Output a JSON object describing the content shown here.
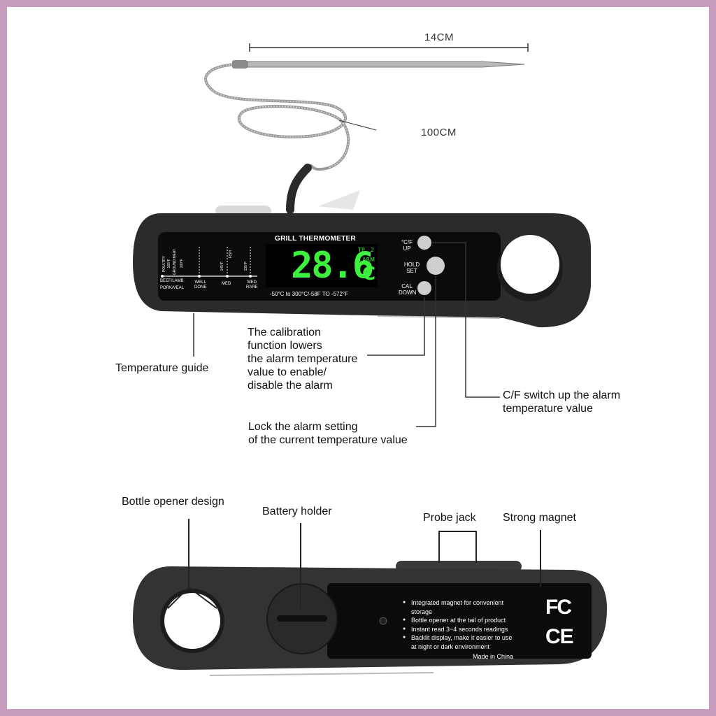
{
  "dimensions": {
    "probe_length": "14CM",
    "cable_length": "100CM"
  },
  "front": {
    "brand_label": "GRILL THERMOMETER",
    "lcd": {
      "reading": "28.6",
      "unit": "C",
      "indicator_tp": "TP",
      "indicator_num": "2",
      "indicator_alarm": "ALARM"
    },
    "range_text": "-50°C  to 300°C/-58F TO -572°F",
    "buttons": {
      "cf_line1": "°C/F",
      "cf_line2": "UP",
      "hold_line1": "HOLD",
      "hold_line2": "SET",
      "cal_line1": "CAL",
      "cal_line2": "DOWN"
    },
    "guide": {
      "beef_lamb": "BEEF/LAMB",
      "pork_veal": "PORK/VEAL",
      "well_done_1": "WELL",
      "well_done_2": "DONE",
      "med": "MED",
      "med_rare_1": "MED",
      "med_rare_2": "RARE",
      "col_poultry": "POULTRY",
      "col_165": "165°F",
      "col_ground_meat": "GROUND MEAT",
      "col_160": "160°F",
      "col_fish": "FISH",
      "col_145": "145°F",
      "col_135": "135°F"
    }
  },
  "callouts": {
    "temperature_guide": "Temperature guide",
    "calibration": [
      "The calibration",
      "function lowers",
      "the alarm temperature",
      "value to enable/",
      "disable the alarm"
    ],
    "cf_switch": [
      "C/F switch up the alarm",
      "temperature value"
    ],
    "lock_alarm": [
      "Lock the alarm setting",
      "of the current temperature value"
    ],
    "bottle_opener": "Bottle opener design",
    "battery_holder": "Battery holder",
    "probe_jack": "Probe jack",
    "strong_magnet": "Strong magnet"
  },
  "back": {
    "features": [
      "Integrated magnet for convenient",
      "storage",
      "Bottle opener at the tail of product",
      "Instant read 3~4 seconds readings",
      "Backlit display, make it easier to use",
      "at night or dark environment"
    ],
    "made_in": "Made in China",
    "cert_fc": "FC",
    "cert_ce": "CE"
  },
  "colors": {
    "frame": "#c79bbd",
    "body": "#2b2b2b",
    "panel": "#0b0b0b",
    "lcd_green": "#3ef03e",
    "button": "#cfcfcf"
  }
}
